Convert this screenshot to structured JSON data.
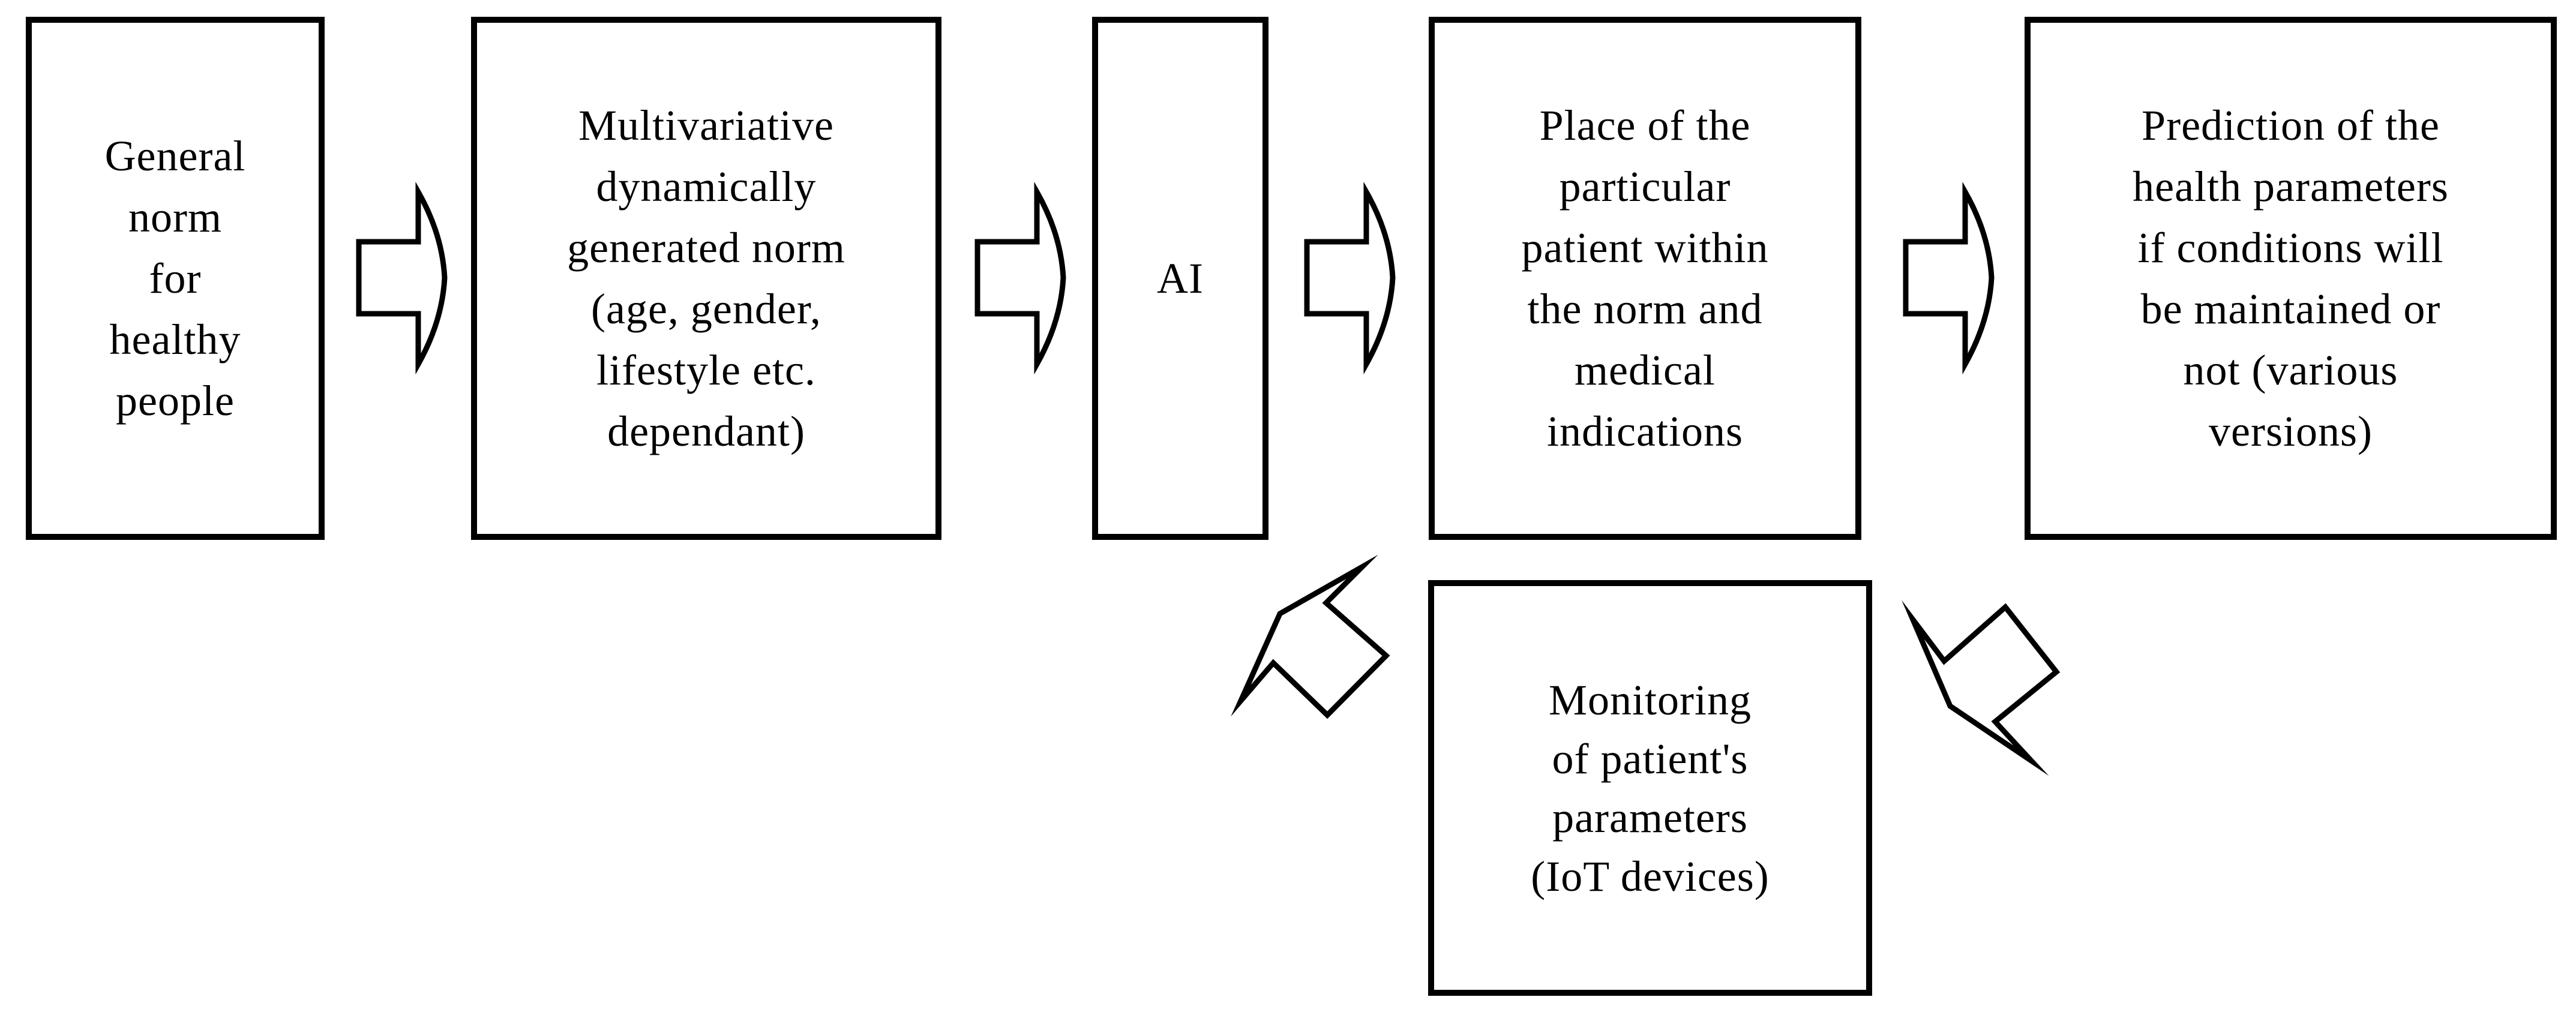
{
  "diagram": {
    "background_color": "#ffffff",
    "line_color": "#000000",
    "nodes": [
      {
        "id": "general-norm",
        "lines": [
          "General",
          "norm",
          "for",
          "healthy",
          "people"
        ],
        "text": "General norm for healthy people"
      },
      {
        "id": "multivariative-norm",
        "lines": [
          "Multivariative",
          "dynamically",
          "generated norm",
          "(age, gender,",
          "lifestyle etc.",
          "dependant)"
        ],
        "text": "Multivariative dynamically generated norm (age, gender, lifestyle etc. dependant)"
      },
      {
        "id": "ai",
        "lines": [
          "AI"
        ],
        "text": "AI"
      },
      {
        "id": "place-of-patient",
        "lines": [
          "Place of the",
          "particular",
          "patient within",
          "the norm and",
          "medical",
          "indications"
        ],
        "text": "Place of the particular patient within the norm and medical indications"
      },
      {
        "id": "prediction",
        "lines": [
          "Prediction of the",
          "health parameters",
          "if conditions will",
          "be maintained or",
          "not (various",
          "versions)"
        ],
        "text": "Prediction of the health parameters if conditions will be maintained or not (various versions)"
      },
      {
        "id": "monitoring",
        "lines": [
          "Monitoring",
          "of patient's",
          "parameters",
          "(IoT devices)"
        ],
        "text": "Monitoring of patient's parameters (IoT devices)"
      }
    ],
    "arrows": [
      {
        "id": "arrow-general-to-multivariative",
        "type": "block-arrow-right"
      },
      {
        "id": "arrow-multivariative-to-ai",
        "type": "block-arrow-right"
      },
      {
        "id": "arrow-ai-to-place",
        "type": "block-arrow-right"
      },
      {
        "id": "arrow-place-to-prediction",
        "type": "block-arrow-right"
      },
      {
        "id": "arrow-monitoring-feedback-up",
        "type": "bent-block-arrow-up-left"
      },
      {
        "id": "arrow-prediction-to-monitoring",
        "type": "bent-block-arrow-down-left"
      }
    ]
  }
}
